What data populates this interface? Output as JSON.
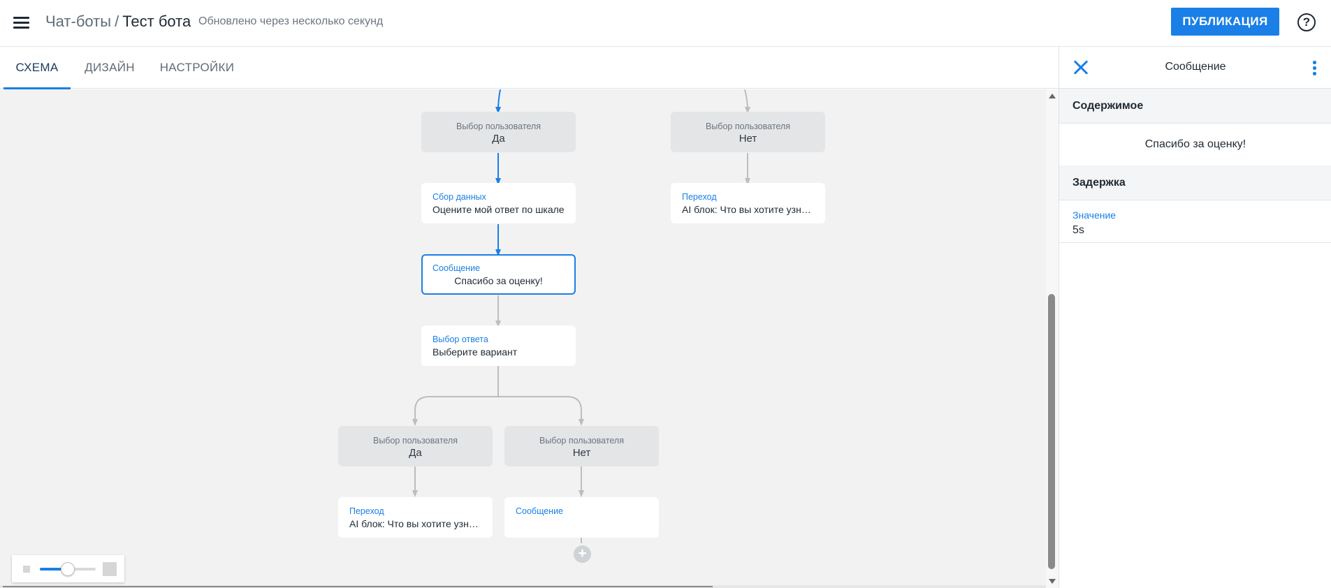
{
  "header": {
    "breadcrumb_parent": "Чат-боты",
    "breadcrumb_separator": "/",
    "breadcrumb_current": "Тест бота",
    "updated_text": "Обновлено через несколько секунд",
    "publish_label": "ПУБЛИКАЦИЯ",
    "help_symbol": "?"
  },
  "tabs": [
    {
      "label": "СХЕМА",
      "active": true
    },
    {
      "label": "ДИЗАЙН",
      "active": false
    },
    {
      "label": "НАСТРОЙКИ",
      "active": false
    }
  ],
  "flow": {
    "nodes": [
      {
        "id": "choice-yes-top",
        "kind": "choice",
        "label": "Выбор пользователя",
        "text": "Да"
      },
      {
        "id": "choice-no-top",
        "kind": "choice",
        "label": "Выбор пользователя",
        "text": "Нет"
      },
      {
        "id": "data-collect",
        "kind": "block",
        "label": "Сбор данных",
        "text": "Оцените мой ответ по шкале"
      },
      {
        "id": "transition-top",
        "kind": "block",
        "label": "Переход",
        "text": "AI блок: Что вы хотите узнать"
      },
      {
        "id": "message-selected",
        "kind": "block",
        "label": "Сообщение",
        "text": "Спасибо за оценку!",
        "selected": true
      },
      {
        "id": "answer-choice",
        "kind": "block",
        "label": "Выбор ответа",
        "text": "Выберите вариант"
      },
      {
        "id": "choice-yes-bottom",
        "kind": "choice",
        "label": "Выбор пользователя",
        "text": "Да"
      },
      {
        "id": "choice-no-bottom",
        "kind": "choice",
        "label": "Выбор пользователя",
        "text": "Нет"
      },
      {
        "id": "transition-bottom",
        "kind": "block",
        "label": "Переход",
        "text": "AI блок: Что вы хотите узнать"
      },
      {
        "id": "message-empty",
        "kind": "block",
        "label": "Сообщение",
        "text": ""
      }
    ],
    "add_symbol": "+"
  },
  "zoom": {
    "level": 0.5
  },
  "panel": {
    "title": "Сообщение",
    "content_header": "Содержимое",
    "content_text": "Спасибо за оценку!",
    "delay_header": "Задержка",
    "delay_label": "Значение",
    "delay_value": "5s"
  },
  "colors": {
    "accent": "#1a7fe6",
    "canvas_bg": "#f2f2f2",
    "choice_bg": "#e4e5e7",
    "connector_active": "#1a7fe6",
    "connector_inactive": "#bdbdbd"
  }
}
